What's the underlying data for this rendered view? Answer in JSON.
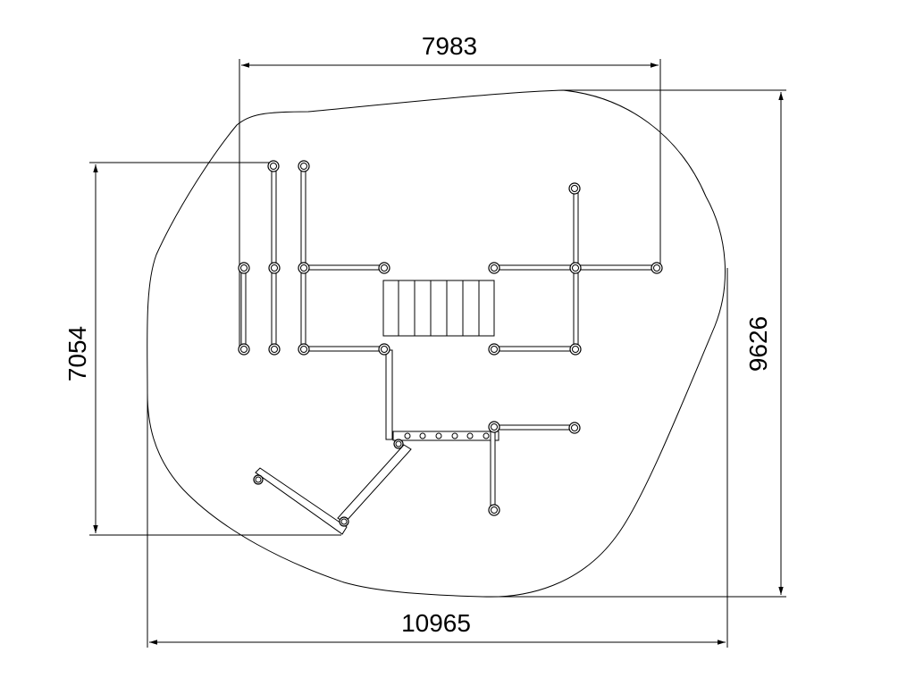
{
  "dimensions": {
    "top_width": "7983",
    "bottom_width": "10965",
    "left_height": "7054",
    "right_height": "9626"
  },
  "colors": {
    "line": "#000000",
    "background": "#ffffff"
  }
}
